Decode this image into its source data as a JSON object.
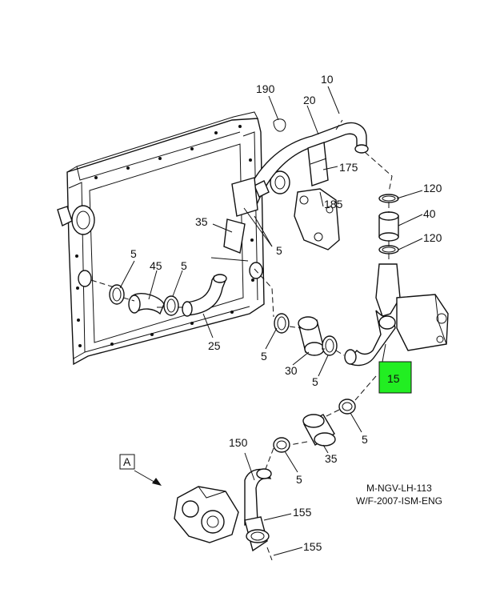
{
  "diagram": {
    "callouts": {
      "c190": "190",
      "c10": "10",
      "c20": "20",
      "c175": "175",
      "c185": "185",
      "c120a": "120",
      "c40": "40",
      "c120b": "120",
      "c35a": "35",
      "c5a": "5",
      "c5b": "5",
      "c45": "45",
      "c5c": "5",
      "c25": "25",
      "c5d": "5",
      "c30": "30",
      "c5e": "5",
      "c15": "15",
      "c5f": "5",
      "c35b": "35",
      "c150": "150",
      "c5g": "5",
      "c155a": "155",
      "c155b": "155"
    },
    "view_label": "A",
    "reference": {
      "line1": "M-NGV-LH-113",
      "line2": "W/F-2007-ISM-ENG"
    },
    "highlight_color": "#22ee22"
  }
}
